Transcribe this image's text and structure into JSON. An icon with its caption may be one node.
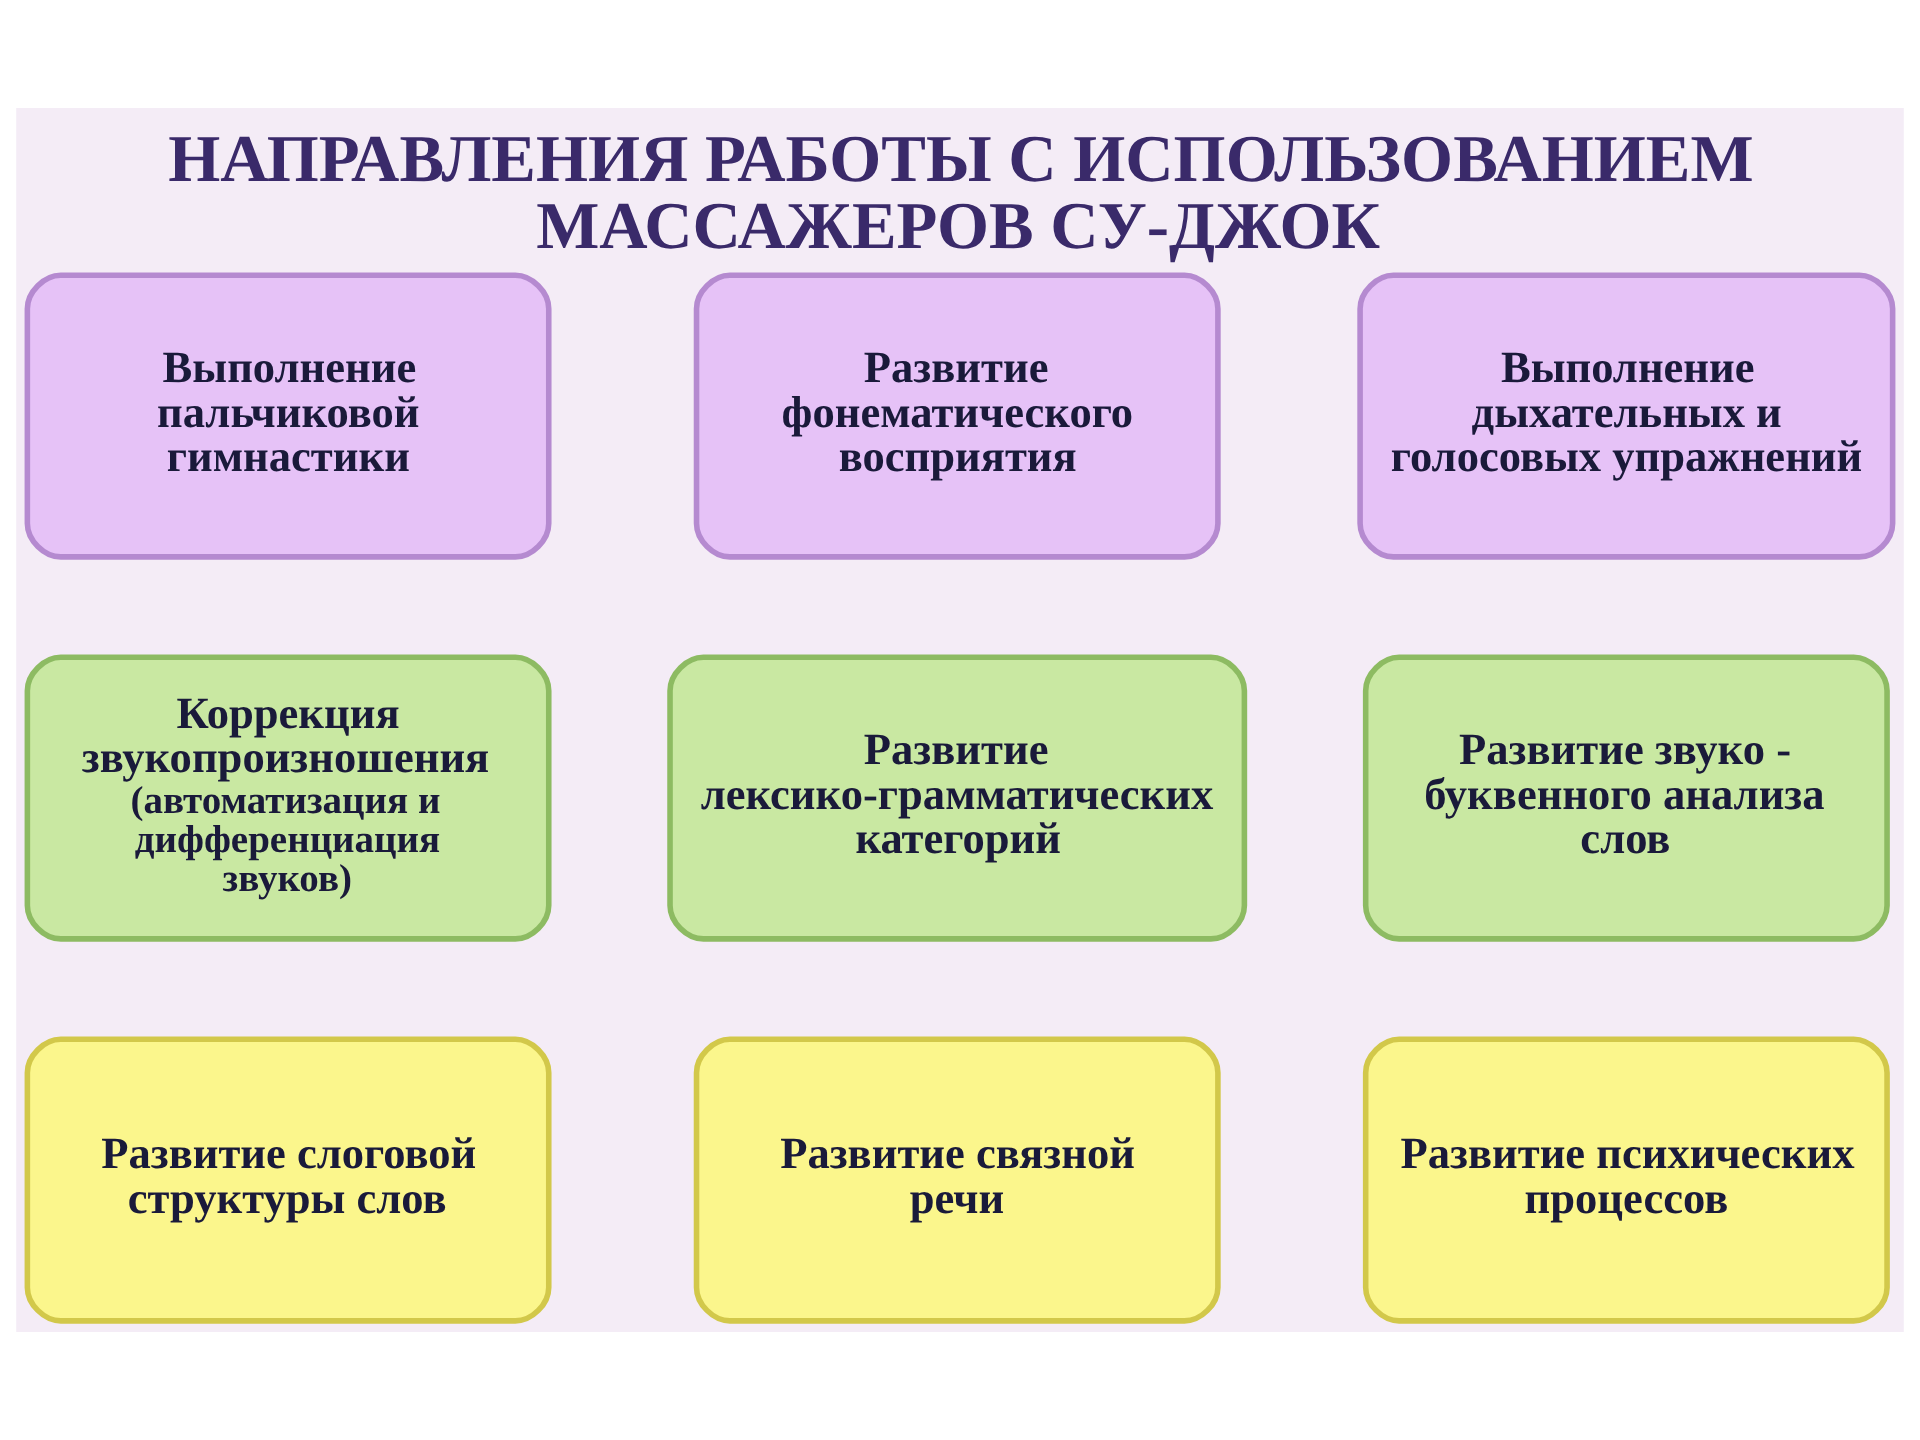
{
  "diagram": {
    "title": "НАПРАВЛЕНИЯ РАБОТЫ С ИСПОЛЬЗОВАНИЕМ МАССАЖЕРОВ СУ-ДЖОК",
    "nodes": [
      {
        "text": [
          "Выполнение пальчиковой гимнастики"
        ]
      },
      {
        "text": [
          "Развитие фонематического восприятия"
        ]
      },
      {
        "text": [
          "Выполнение дыхательных и голосовых упражнений"
        ]
      },
      {
        "text": [
          "Коррекция звукопроизношения",
          "(автоматизация и дифференциация звуков)"
        ]
      },
      {
        "text": [
          "Развитие лексико-грамматических категорий"
        ]
      },
      {
        "text": [
          "Развитие звуко - буквенного анализа слов"
        ]
      },
      {
        "text": [
          "Развитие слоговой структуры слов"
        ]
      },
      {
        "text": [
          "Развитие связной речи"
        ]
      },
      {
        "text": [
          "Развитие психических процессов"
        ]
      }
    ],
    "edges": []
  }
}
